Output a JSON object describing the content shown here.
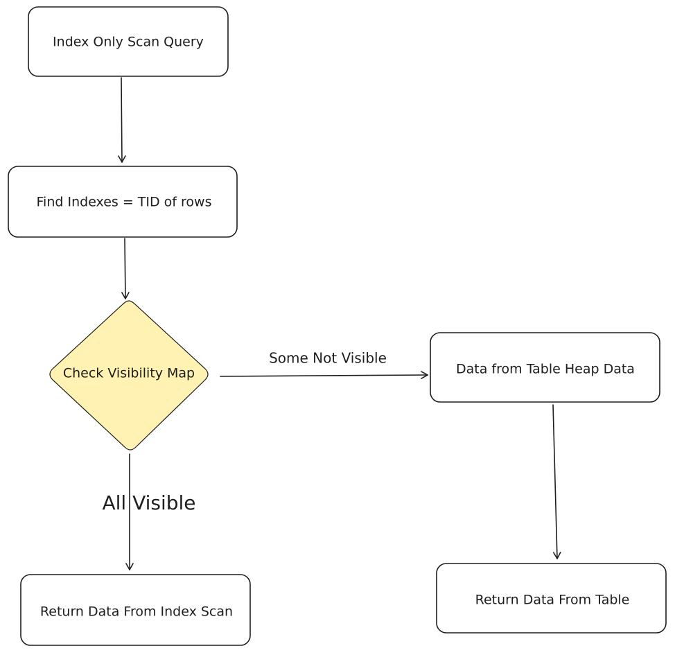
{
  "nodes": {
    "index_only_scan": {
      "label": "Index Only Scan Query"
    },
    "find_indexes": {
      "label": "Find Indexes = TID of rows"
    },
    "check_visibility": {
      "label": "Check Visibility Map"
    },
    "table_heap": {
      "label": "Data from Table Heap Data"
    },
    "return_index": {
      "label": "Return Data From Index Scan"
    },
    "return_table": {
      "label": "Return Data From Table"
    }
  },
  "edges": {
    "some_not_visible": {
      "label": "Some Not Visible"
    },
    "all_visible": {
      "label": "All Visible"
    }
  },
  "colors": {
    "decision_fill": "#fff2b3",
    "stroke": "#1e1e1e"
  }
}
